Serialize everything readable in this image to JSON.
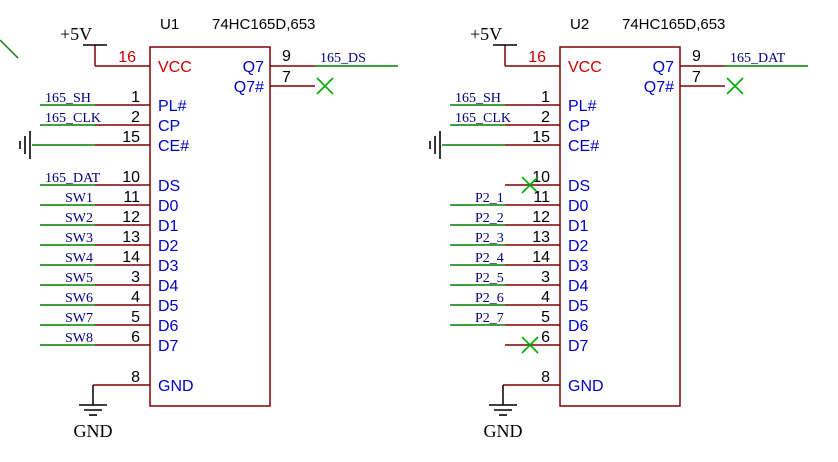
{
  "colors": {
    "body": "#800000",
    "pin_line": "#800000",
    "wire": "#008000",
    "pin_name": "#0000cc",
    "power_pin": "#cc0000",
    "net_label": "#000080",
    "no_connect": "#00aa00",
    "ground": "#000000"
  },
  "chips": [
    {
      "ref": "U1",
      "part": "74HC165D,653",
      "vcc_label": "+5V",
      "gnd_label": "GND",
      "pins": {
        "vcc": {
          "num": "16",
          "name": "VCC"
        },
        "pl": {
          "num": "1",
          "name": "PL#",
          "net": "165_SH"
        },
        "cp": {
          "num": "2",
          "name": "CP",
          "net": "165_CLK"
        },
        "ce": {
          "num": "15",
          "name": "CE#"
        },
        "ds": {
          "num": "10",
          "name": "DS",
          "net": "165_DAT"
        },
        "gnd": {
          "num": "8",
          "name": "GND"
        },
        "q7": {
          "num": "9",
          "name": "Q7",
          "net": "165_DS"
        },
        "q7n": {
          "num": "7",
          "name": "Q7#"
        }
      },
      "data_pins": [
        {
          "num": "11",
          "name": "D0",
          "net": "SW1"
        },
        {
          "num": "12",
          "name": "D1",
          "net": "SW2"
        },
        {
          "num": "13",
          "name": "D2",
          "net": "SW3"
        },
        {
          "num": "14",
          "name": "D3",
          "net": "SW4"
        },
        {
          "num": "3",
          "name": "D4",
          "net": "SW5"
        },
        {
          "num": "4",
          "name": "D5",
          "net": "SW6"
        },
        {
          "num": "5",
          "name": "D6",
          "net": "SW7"
        },
        {
          "num": "6",
          "name": "D7",
          "net": "SW8"
        }
      ]
    },
    {
      "ref": "U2",
      "part": "74HC165D,653",
      "vcc_label": "+5V",
      "gnd_label": "GND",
      "pins": {
        "vcc": {
          "num": "16",
          "name": "VCC"
        },
        "pl": {
          "num": "1",
          "name": "PL#",
          "net": "165_SH"
        },
        "cp": {
          "num": "2",
          "name": "CP",
          "net": "165_CLK"
        },
        "ce": {
          "num": "15",
          "name": "CE#"
        },
        "ds": {
          "num": "10",
          "name": "DS",
          "net": ""
        },
        "gnd": {
          "num": "8",
          "name": "GND"
        },
        "q7": {
          "num": "9",
          "name": "Q7",
          "net": "165_DAT"
        },
        "q7n": {
          "num": "7",
          "name": "Q7#"
        }
      },
      "data_pins": [
        {
          "num": "11",
          "name": "D0",
          "net": "P2_1"
        },
        {
          "num": "12",
          "name": "D1",
          "net": "P2_2"
        },
        {
          "num": "13",
          "name": "D2",
          "net": "P2_3"
        },
        {
          "num": "14",
          "name": "D3",
          "net": "P2_4"
        },
        {
          "num": "3",
          "name": "D4",
          "net": "P2_5"
        },
        {
          "num": "4",
          "name": "D5",
          "net": "P2_6"
        },
        {
          "num": "5",
          "name": "D6",
          "net": "P2_7"
        },
        {
          "num": "6",
          "name": "D7",
          "net": ""
        }
      ]
    }
  ]
}
